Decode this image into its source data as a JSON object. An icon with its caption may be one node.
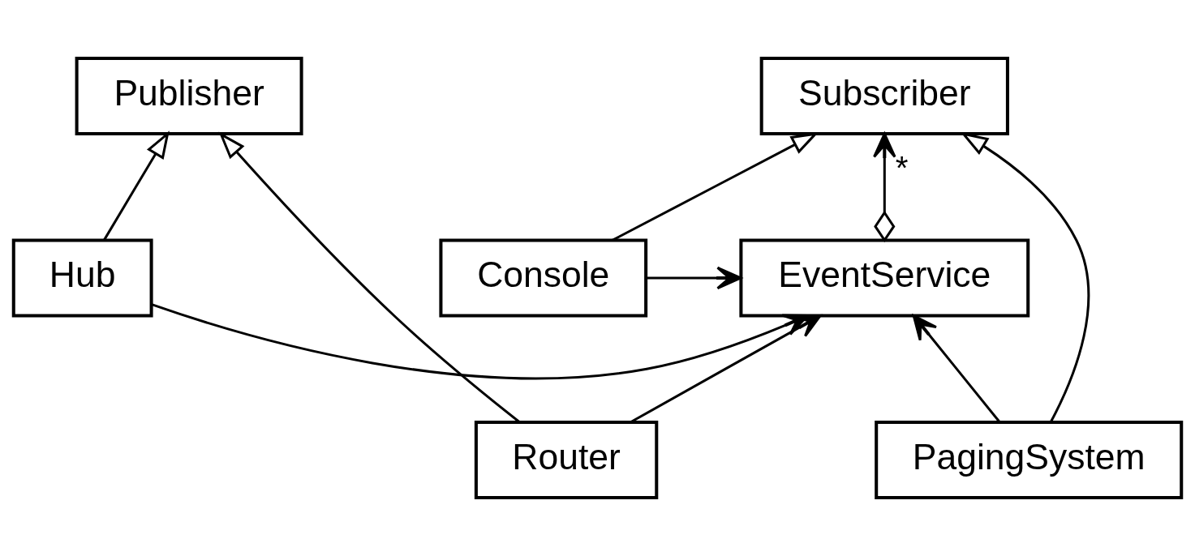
{
  "diagram": {
    "nodes": [
      {
        "text": [
          "Publisher"
        ]
      },
      {
        "text": [
          "Subscriber"
        ]
      },
      {
        "text": [
          "Hub"
        ]
      },
      {
        "text": [
          "EventService"
        ]
      },
      {
        "text": [
          "Console"
        ]
      },
      {
        "text": [
          "Router"
        ]
      },
      {
        "text": [
          "PagingSystem"
        ]
      }
    ],
    "edges": [
      {
        "from": 2,
        "to": 0,
        "arrow": "to"
      },
      {
        "from": 5,
        "to": 0,
        "arrow": "to"
      },
      {
        "from": 4,
        "to": 1,
        "arrow": "to"
      },
      {
        "from": 6,
        "to": 1,
        "arrow": "to"
      },
      {
        "from": 3,
        "to": 1,
        "arrow": "to",
        "label": "*"
      },
      {
        "from": 2,
        "to": 3,
        "arrow": "to"
      },
      {
        "from": 4,
        "to": 3,
        "arrow": "to"
      },
      {
        "from": 5,
        "to": 3,
        "arrow": "to"
      },
      {
        "from": 6,
        "to": 3,
        "arrow": "to"
      }
    ]
  }
}
